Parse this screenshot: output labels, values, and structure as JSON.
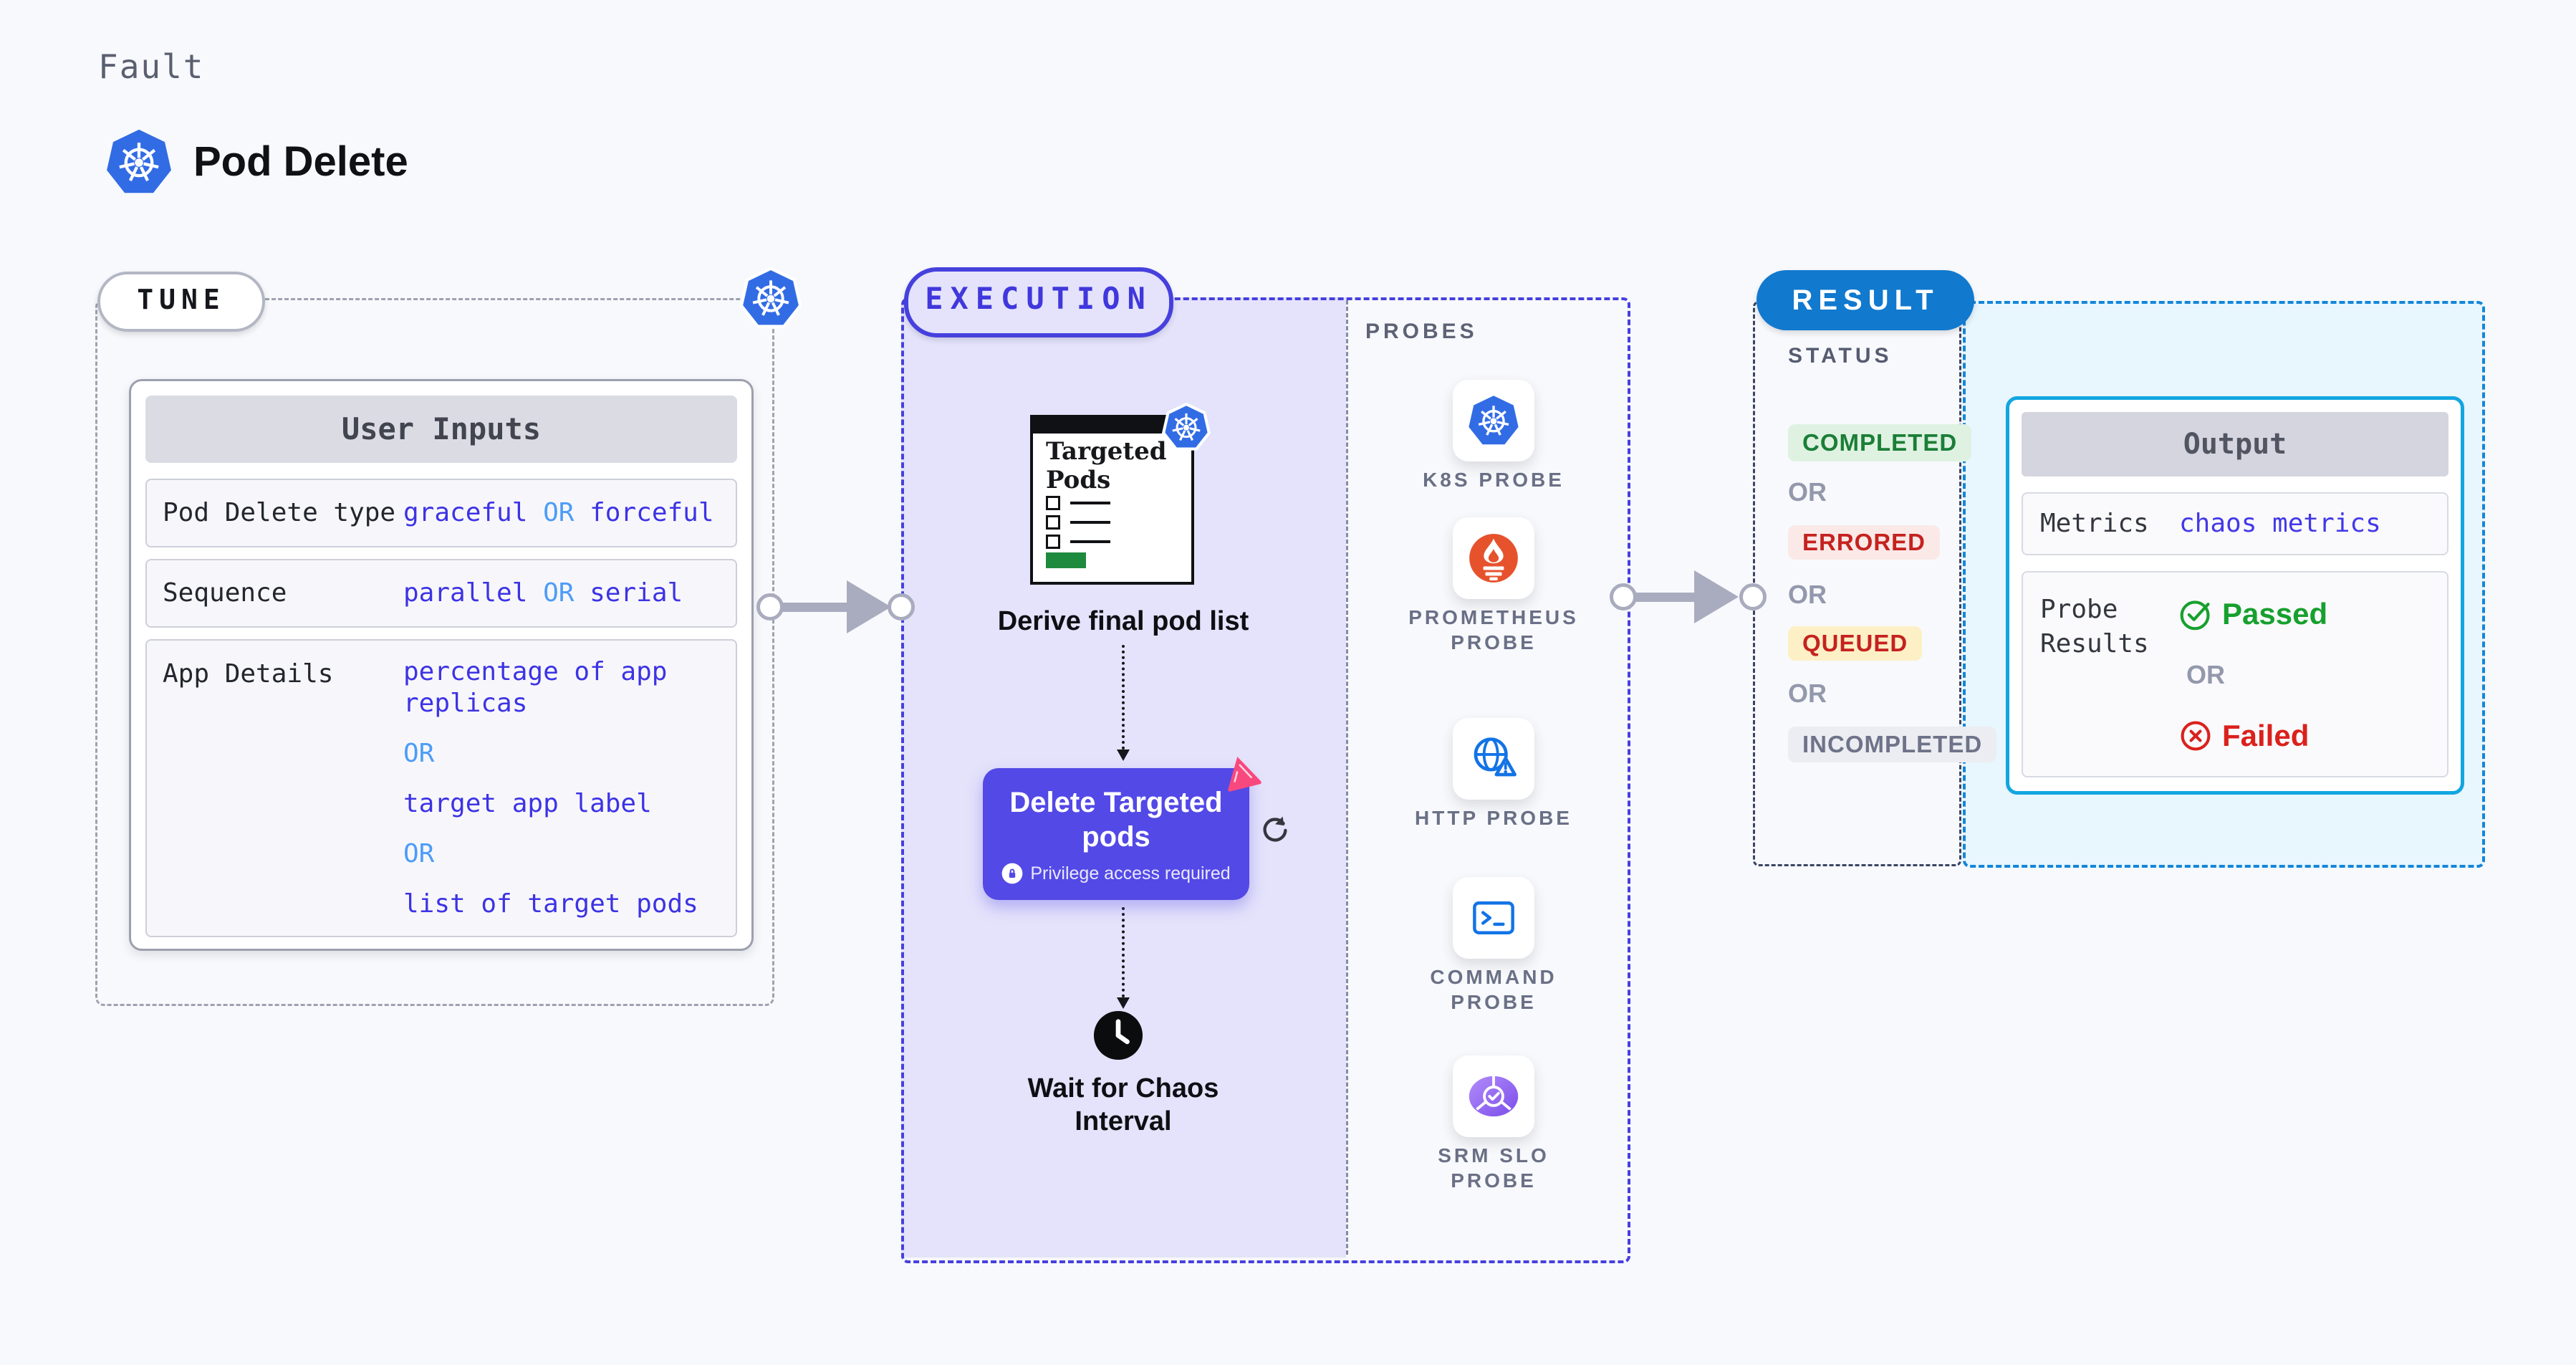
{
  "palette": {
    "background": "#F8F9FC",
    "kubernetes_blue": "#326CE5",
    "execution_indigo": "#4640DE",
    "execution_fill": "#E4E3FB",
    "delete_card_purple": "#5349E6",
    "litmus_pink": "#F9487E",
    "result_blue": "#1179CE",
    "output_border_cyan": "#12A6E0",
    "value_blue": "#3D33E4",
    "or_blue": "#4D9CF7",
    "passed_green": "#17A02E",
    "failed_red": "#DB211C",
    "completed_green": "#1B7E37",
    "prometheus_orange": "#E6522C",
    "green_bar": "#1E8A3E"
  },
  "header": {
    "kicker": "Fault",
    "title": "Pod Delete"
  },
  "tune": {
    "pill": "TUNE",
    "table": {
      "title": "User Inputs",
      "rows": [
        {
          "label": "Pod Delete type",
          "v1": "graceful",
          "or": "OR",
          "v2": "forceful"
        },
        {
          "label": "Sequence",
          "v1": "parallel",
          "or": "OR",
          "v2": "serial"
        }
      ],
      "app_details": {
        "label": "App Details",
        "v1": "percentage of app replicas",
        "or1": "OR",
        "v2": "target app label",
        "or2": "OR",
        "v3": "list of target pods"
      }
    }
  },
  "execution": {
    "pill": "EXECUTION",
    "pod_list_card": {
      "line1": "Targeted",
      "line2": "Pods"
    },
    "derive_label": "Derive final pod list",
    "delete_card": {
      "title": "Delete Targeted pods",
      "badge": "Privilege access required"
    },
    "wait_label": "Wait for Chaos Interval"
  },
  "probes": {
    "heading": "PROBES",
    "items": [
      {
        "label": "K8S PROBE",
        "icon": "kubernetes-icon"
      },
      {
        "label": "PROMETHEUS PROBE",
        "icon": "prometheus-icon"
      },
      {
        "label": "HTTP PROBE",
        "icon": "globe-warning-icon"
      },
      {
        "label": "COMMAND PROBE",
        "icon": "terminal-icon"
      },
      {
        "label": "SRM SLO PROBE",
        "icon": "slo-donut-icon"
      }
    ]
  },
  "result": {
    "pill": "RESULT",
    "status_heading": "STATUS",
    "or": "OR",
    "badges": [
      {
        "label": "COMPLETED",
        "type": "completed"
      },
      {
        "label": "ERRORED",
        "type": "errored"
      },
      {
        "label": "QUEUED",
        "type": "queued"
      },
      {
        "label": "INCOMPLETED",
        "type": "incompleted"
      }
    ],
    "output": {
      "title": "Output",
      "metrics_label": "Metrics",
      "metrics_value": "chaos metrics",
      "probe_results_label": "Probe Results",
      "passed": "Passed",
      "or": "OR",
      "failed": "Failed"
    }
  }
}
